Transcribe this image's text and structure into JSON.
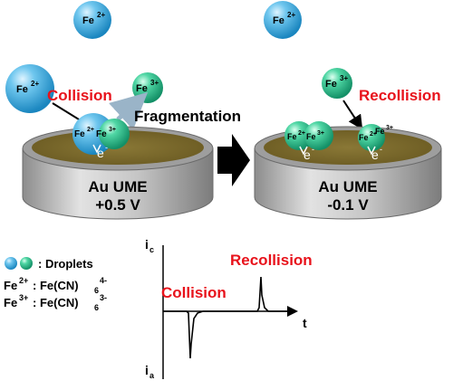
{
  "colors": {
    "fe2_droplet": "#3aa7d8",
    "fe3_droplet": "#2fc08e",
    "electrode_top": "#7a6a2e",
    "electrode_rim": "#a9a9a9",
    "highlight_red": "#e8121b"
  },
  "icons": {
    "process_arrow": "right-block-arrow-icon",
    "droplet_fe2": "blue-sphere-icon",
    "droplet_fe3": "green-sphere-icon"
  },
  "labels": {
    "fe2_ion": "Fe",
    "fe2_charge": "2+",
    "fe3_ion": "Fe",
    "fe3_charge": "3+",
    "collision": "Collision",
    "recollision": "Recollision",
    "fragmentation": "Fragmentation",
    "electron": "e",
    "electron_charge": "-"
  },
  "electrodes": [
    {
      "name": "Au UME",
      "potential": "+0.5 V"
    },
    {
      "name": "Au UME",
      "potential": "-0.1 V"
    }
  ],
  "legend": {
    "droplets": ": Droplets",
    "fe2_formula": ": Fe(CN)",
    "fe2_sub": "6",
    "fe2_sup": "4-",
    "fe3_formula": ": Fe(CN)",
    "fe3_sub": "6",
    "fe3_sup": "3-"
  },
  "plot": {
    "y_top_label": "i",
    "y_top_sub": "c",
    "y_bottom_label": "i",
    "y_bottom_sub": "a",
    "x_label": "t",
    "collision_label": "Collision",
    "recollision_label": "Recollision"
  }
}
